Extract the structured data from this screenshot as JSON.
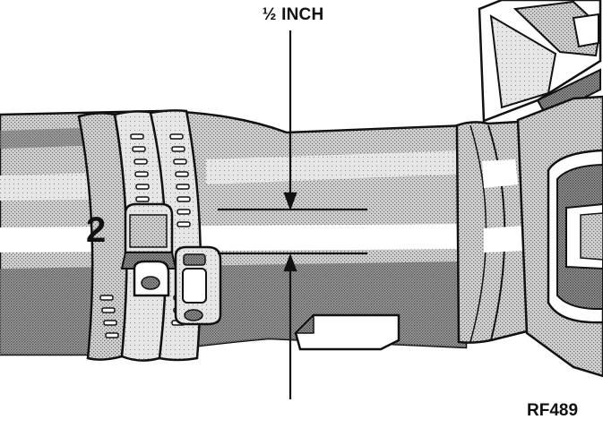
{
  "dimension_label": "½ INCH",
  "callout_number": "2",
  "figure_id": "RF489",
  "colors": {
    "ink": "#111111",
    "shade_dark": "#8a8a8a",
    "shade_light": "#c8c8c8",
    "paper": "#ffffff"
  }
}
